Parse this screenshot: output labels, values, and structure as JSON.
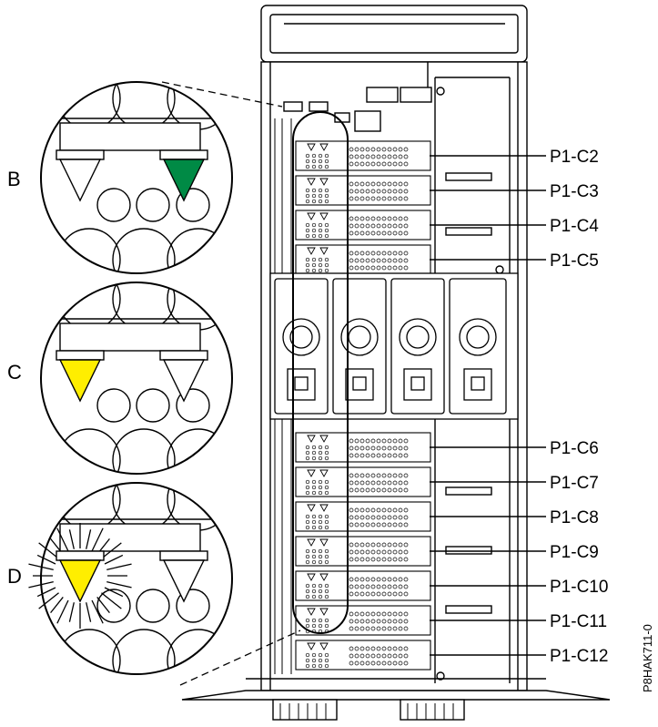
{
  "figure": {
    "id": "P8HAK711-0",
    "callouts": [
      {
        "letter": "B",
        "led_state": "green",
        "led_color": "#008a45"
      },
      {
        "letter": "C",
        "led_state": "amber",
        "led_color": "#ffee00"
      },
      {
        "letter": "D",
        "led_state": "amber-flashing",
        "led_color": "#ffee00"
      }
    ],
    "slot_labels": [
      "P1-C2",
      "P1-C3",
      "P1-C4",
      "P1-C5",
      "P1-C6",
      "P1-C7",
      "P1-C8",
      "P1-C9",
      "P1-C10",
      "P1-C11",
      "P1-C12"
    ],
    "colors": {
      "line": "#000000",
      "chassis_fill": "#ffffff",
      "shade": "#d9d9d9"
    }
  }
}
